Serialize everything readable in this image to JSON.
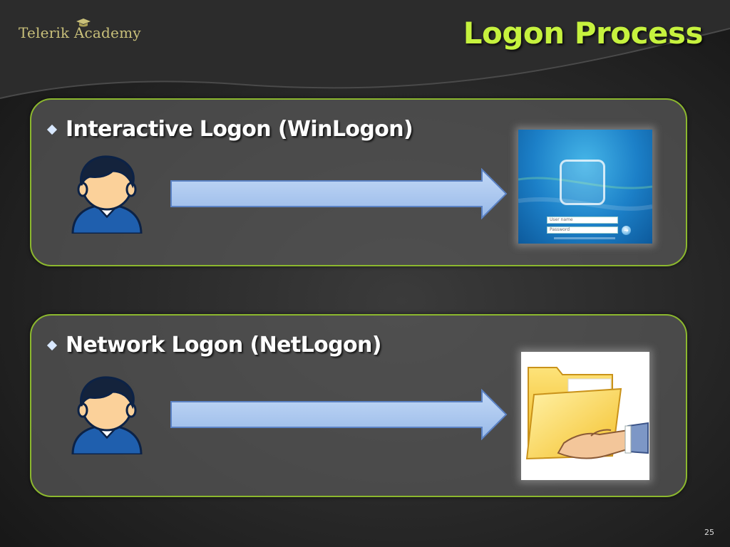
{
  "slide": {
    "title": "Logon Process",
    "page_number": "25",
    "brand": {
      "logo_text": "Telerik Academy",
      "logo_icon": "graduation-cap-icon"
    }
  },
  "panels": [
    {
      "bullet_text": "Interactive Logon (WinLogon)",
      "left_icon": "user-icon",
      "connector_icon": "arrow-right-icon",
      "target_image": "windows-login-screen",
      "login_screen": {
        "username_placeholder": "User name",
        "password_placeholder": "Password"
      }
    },
    {
      "bullet_text": "Network Logon (NetLogon)",
      "left_icon": "user-icon",
      "connector_icon": "arrow-right-icon",
      "target_image": "shared-folder-hand-icon"
    }
  ],
  "colors": {
    "title": "#c6f23e",
    "panel_border": "#8cb82e",
    "arrow_fill": "#a9c6f0",
    "logo": "#c9c07a"
  }
}
